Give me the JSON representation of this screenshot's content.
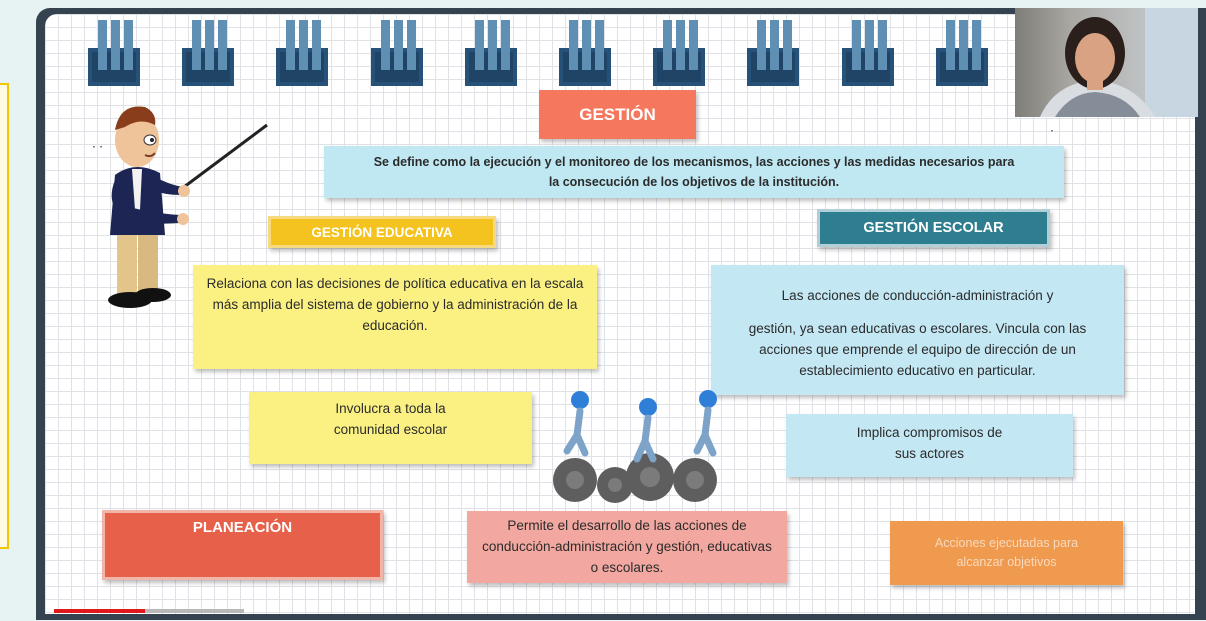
{
  "slide": {
    "title": "GESTIÓN",
    "definition_line1": "Se define como la ejecución y el monitoreo de los mecanismos, las acciones y las medidas necesarios para",
    "definition_line2": "la consecución de los objetivos de la institución.",
    "gestion_educativa": {
      "label": "GESTIÓN EDUCATIVA",
      "description": "Relaciona con las decisiones de política educativa en la escala más amplia del sistema de gobierno y la administración de la educación.",
      "involucra": "Involucra a toda la comunidad escolar"
    },
    "gestion_escolar": {
      "label": "GESTIÓN ESCOLAR",
      "description_line1": "Las acciones de conducción-administración y",
      "description_line2": "gestión, ya sean educativas o escolares. Vincula con las acciones que emprende el equipo de dirección de un establecimiento educativo en particular.",
      "implica": "Implica compromisos de sus actores"
    },
    "planeacion": {
      "label": "PLANEACIÓN",
      "permite": "Permite el desarrollo de las acciones de conducción-administración y gestión, educativas o escolares.",
      "ejecutadas": "Acciones ejecutadas para alcanzar objetivos"
    }
  },
  "video": {
    "progress_fraction": 0.48
  },
  "icons": {
    "binder": "binder-icon",
    "teacher": "teacher-pointer-illustration",
    "gears": "gears-walkers-illustration",
    "webcam": "webcam-feed"
  },
  "colors": {
    "title_box": "#f4775e",
    "educativa": "#f4c31f",
    "escolar": "#2f7e90",
    "yellow_box": "#fbf183",
    "blue_box": "#c3e7f3",
    "planeacion": "#e7614a",
    "permite": "#f2a8a0",
    "ejecutadas": "#ef9a4e",
    "progress": "#e0191c"
  }
}
